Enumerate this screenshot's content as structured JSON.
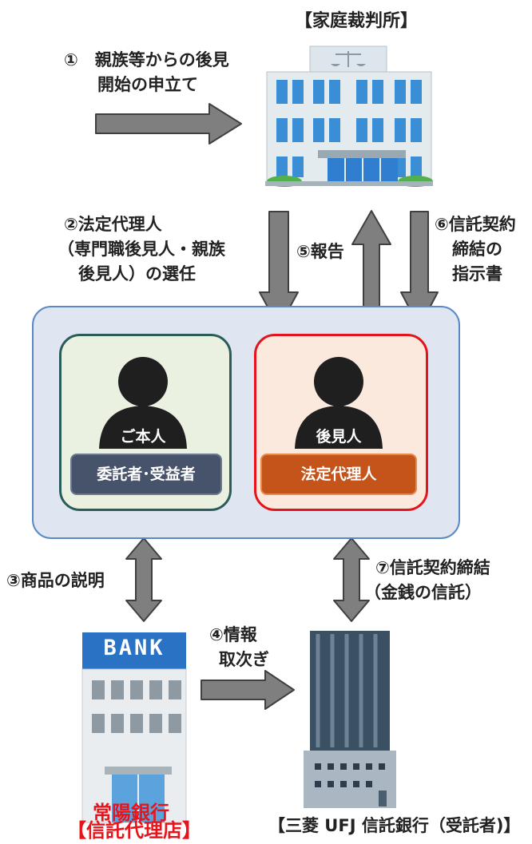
{
  "court": {
    "title": "【家庭裁判所】"
  },
  "step1": {
    "line1": "①　親族等からの後見",
    "line2": "開始の申立て"
  },
  "step2": {
    "line1": "②法定代理人",
    "line2": "（専門職後見人・親族",
    "line3": "後見人）の選任"
  },
  "step5": {
    "label": "⑤報告"
  },
  "step6": {
    "line1": "⑥信託契約",
    "line2": "締結の",
    "line3": "指示書"
  },
  "principal": {
    "person_label": "ご本人",
    "role": "委託者･受益者"
  },
  "guardian": {
    "person_label": "後見人",
    "role": "法定代理人"
  },
  "step3": {
    "label": "③商品の説明"
  },
  "step7": {
    "line1": "⑦信託契約締結",
    "line2": "（金銭の信託）"
  },
  "step4": {
    "line1": "④情報",
    "line2": "取次ぎ"
  },
  "bank": {
    "sign": "BANK",
    "name": "常陽銀行",
    "role": "【信託代理店】"
  },
  "trust_bank": {
    "name": "【三菱 UFJ 信託銀行（受託者)】"
  },
  "colors": {
    "red_text": "#e8141b",
    "arrow_fill": "#7f7f7f",
    "arrow_stroke": "#404040"
  }
}
